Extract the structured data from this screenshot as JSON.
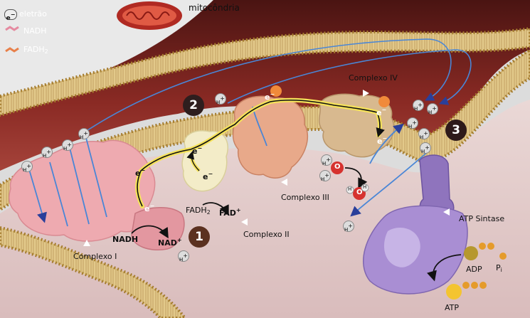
{
  "legend": {
    "electron_symbol": "e",
    "electron_label": "eletrão",
    "nadh_label": "NADH",
    "fadh2_label": "FADH",
    "fadh2_sub": "2"
  },
  "mito_label": "mitocôndria",
  "complexes": {
    "c1": "Complexo I",
    "c2": "Complexo II",
    "c3": "Complexo III",
    "c4": "Complexo IV",
    "atp_synthase": "ATP Sintase"
  },
  "steps": [
    "1",
    "2",
    "3"
  ],
  "molecules": {
    "nadh": "NADH",
    "nad": "NAD",
    "nad_sup": "+",
    "fadh2": "FADH",
    "fadh2_sub": "2",
    "fad": "FAD",
    "fad_sup": "+",
    "adp": "ADP",
    "pi": "P",
    "pi_sub": "i",
    "atp": "ATP",
    "electron": "e",
    "electron_sup": "−",
    "proton": "H",
    "proton_sup": "+",
    "oxygen": "O",
    "water_h": "H"
  },
  "colors": {
    "membrane": "#c9a255",
    "lipid_head": "#b88a32",
    "complex_i": "#eeaab0",
    "complex_ii": "#f3ecc8",
    "complex_iii": "#e8a98a",
    "complex_iv": "#d8b98f",
    "atp_synthase": "#9f86c9",
    "matrix": "#e3c9c9",
    "intermembrane": "#6e1f1c",
    "badge": "#5b3120",
    "electron_path": "#f5e25a",
    "proton_path": "#4a86d6",
    "oxygen": "#d6322f"
  }
}
